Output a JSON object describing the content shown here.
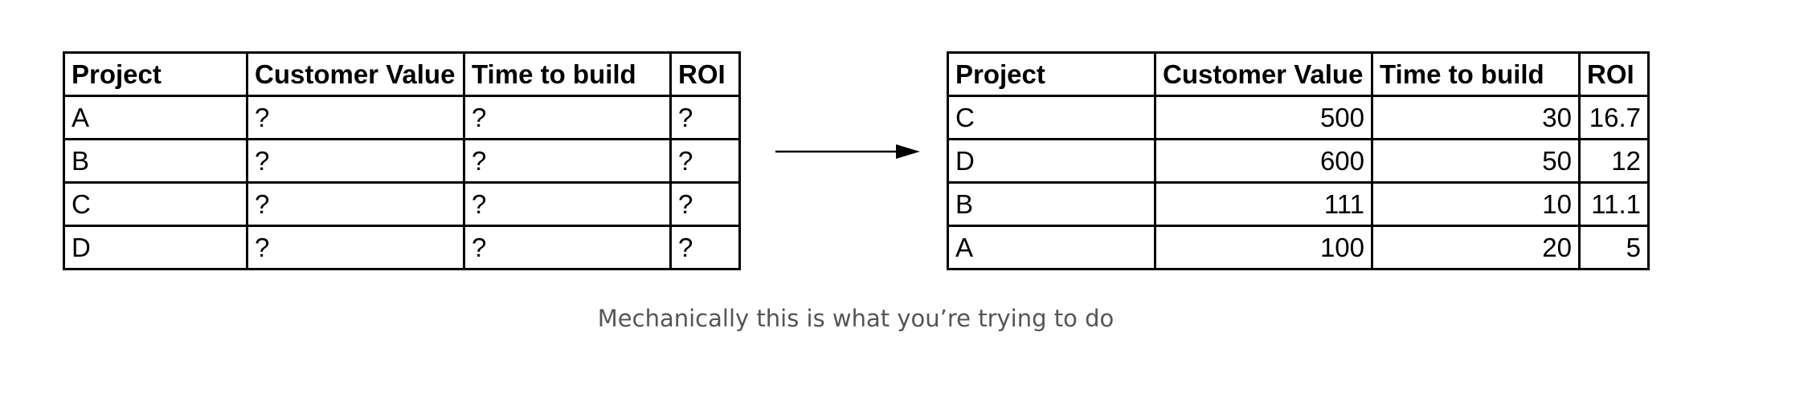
{
  "headers": [
    "Project",
    "Customer Value",
    "Time to build",
    "ROI"
  ],
  "table_before": {
    "rows": [
      [
        "A",
        "?",
        "?",
        "?"
      ],
      [
        "B",
        "?",
        "?",
        "?"
      ],
      [
        "C",
        "?",
        "?",
        "?"
      ],
      [
        "D",
        "?",
        "?",
        "?"
      ]
    ]
  },
  "table_after": {
    "rows": [
      [
        "C",
        "500",
        "30",
        "16.7"
      ],
      [
        "D",
        "600",
        "50",
        "12"
      ],
      [
        "B",
        "111",
        "10",
        "11.1"
      ],
      [
        "A",
        "100",
        "20",
        "5"
      ]
    ]
  },
  "arrow_icon": "arrow-right-icon",
  "caption": "Mechanically this is what you’re trying to do"
}
